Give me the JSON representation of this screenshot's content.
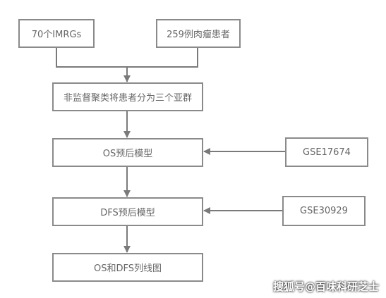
{
  "diagram": {
    "nodes": {
      "imrgs": "70个IMRGs",
      "patients": "259例肉瘤患者",
      "clustering": "非监督聚类将患者分为三个亚群",
      "os_model": "OS预后模型",
      "gse17674": "GSE17674",
      "dfs_model": "DFS预后模型",
      "gse30929": "GSE30929",
      "nomogram": "OS和DFS列线图"
    },
    "colors": {
      "box_border": "#8a8a8a",
      "arrow": "#7a7a7a",
      "text": "#666666"
    }
  },
  "watermark": "搜狐号@百味科研芝士"
}
